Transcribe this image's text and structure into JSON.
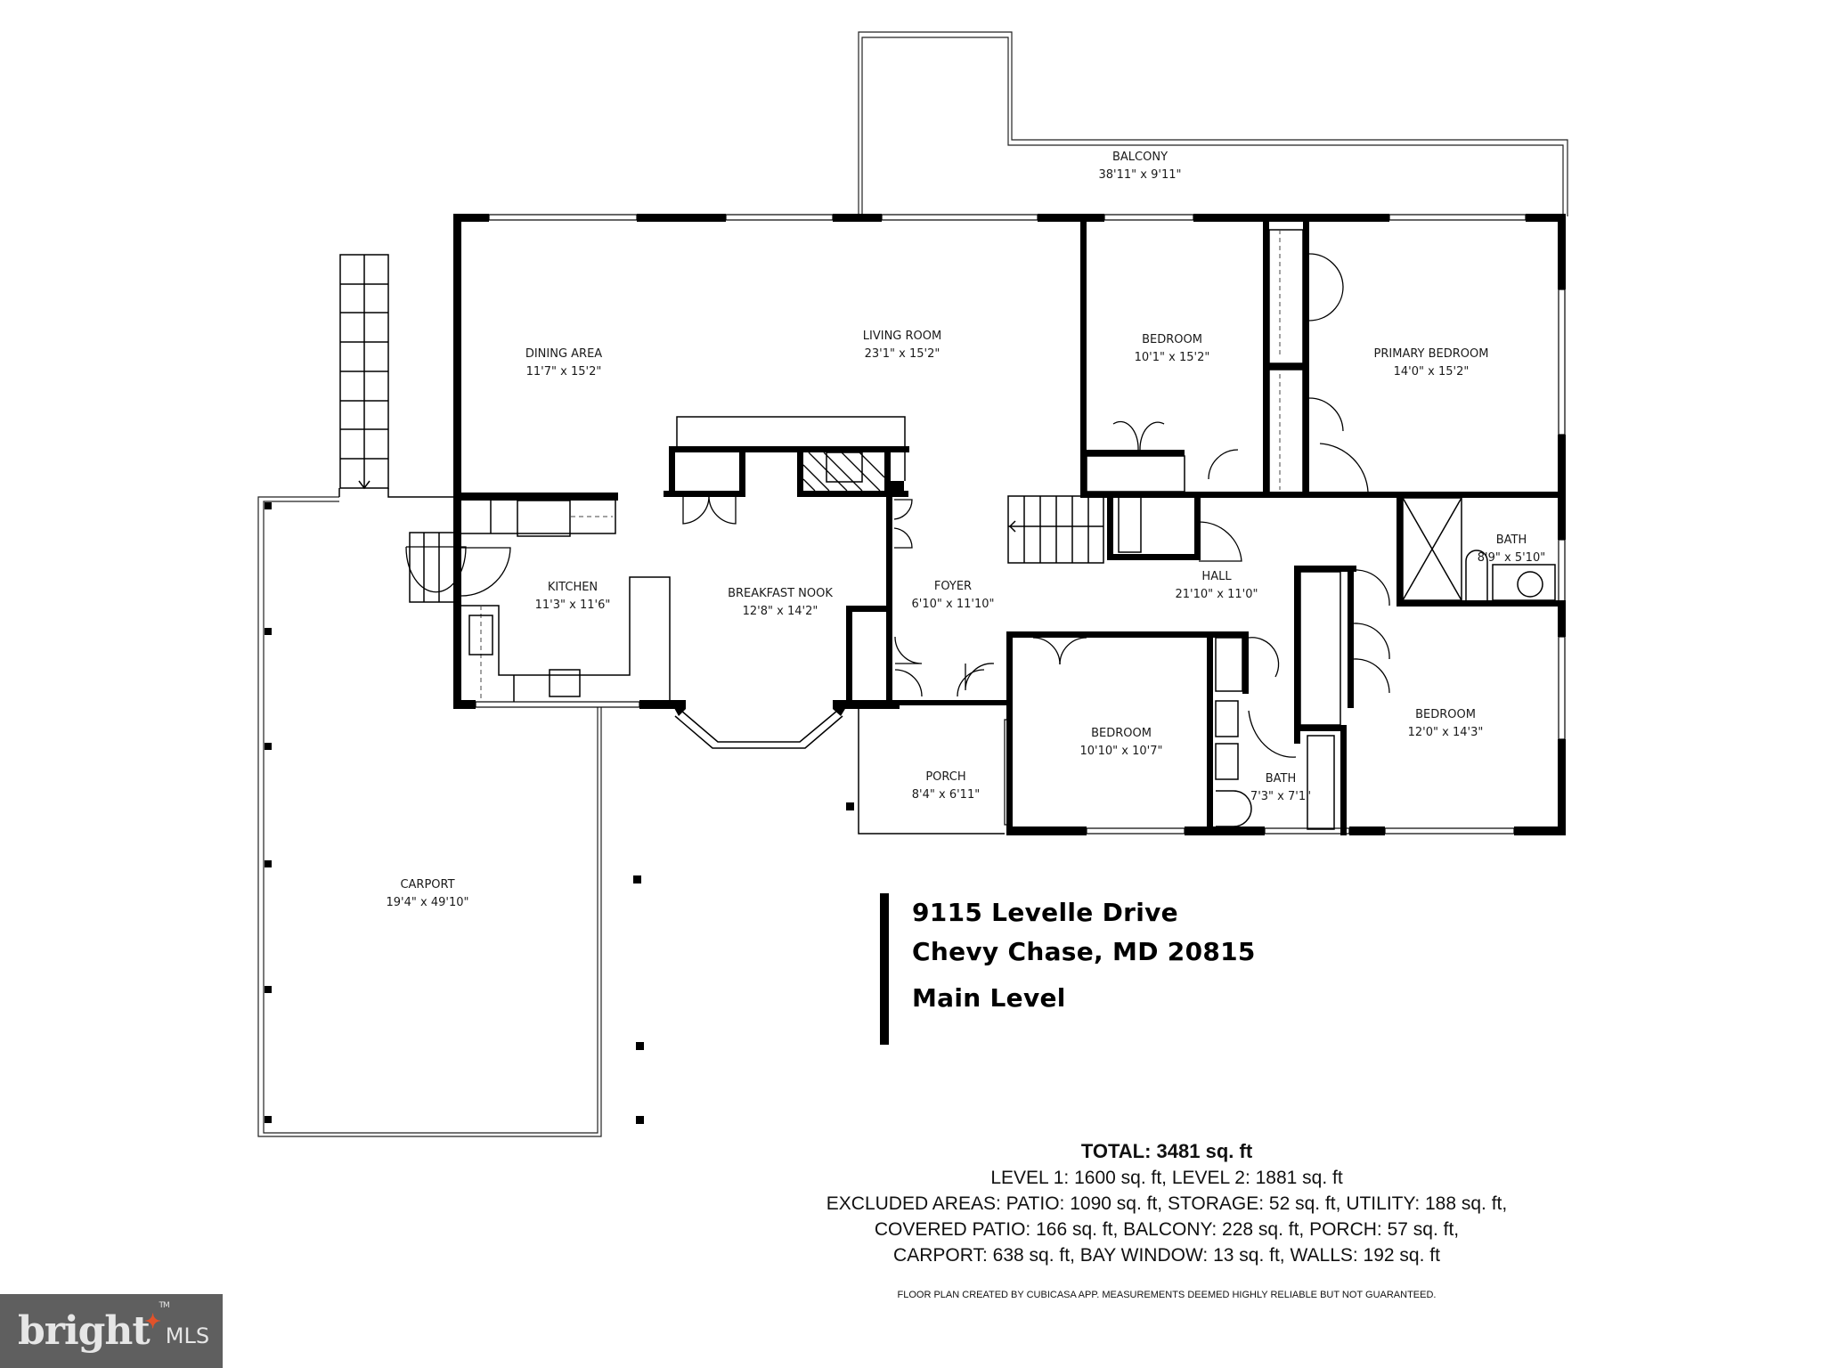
{
  "plan": {
    "rooms": [
      {
        "id": "balcony",
        "name": "BALCONY",
        "dims": "38'11\" x 9'11\""
      },
      {
        "id": "dining-area",
        "name": "DINING AREA",
        "dims": "11'7\" x 15'2\""
      },
      {
        "id": "living-room",
        "name": "LIVING ROOM",
        "dims": "23'1\" x 15'2\""
      },
      {
        "id": "bedroom-2",
        "name": "BEDROOM",
        "dims": "10'1\" x 15'2\""
      },
      {
        "id": "primary-bedroom",
        "name": "PRIMARY BEDROOM",
        "dims": "14'0\" x 15'2\""
      },
      {
        "id": "kitchen",
        "name": "KITCHEN",
        "dims": "11'3\" x 11'6\""
      },
      {
        "id": "breakfast-nook",
        "name": "BREAKFAST NOOK",
        "dims": "12'8\" x 14'2\""
      },
      {
        "id": "foyer",
        "name": "FOYER",
        "dims": "6'10\" x 11'10\""
      },
      {
        "id": "hall",
        "name": "HALL",
        "dims": "21'10\" x 11'0\""
      },
      {
        "id": "bath-primary",
        "name": "BATH",
        "dims": "8'9\" x 5'10\""
      },
      {
        "id": "bedroom-3",
        "name": "BEDROOM",
        "dims": "10'10\" x 10'7\""
      },
      {
        "id": "bath-hall",
        "name": "BATH",
        "dims": "7'3\" x 7'1\""
      },
      {
        "id": "bedroom-4",
        "name": "BEDROOM",
        "dims": "12'0\" x 14'3\""
      },
      {
        "id": "porch",
        "name": "PORCH",
        "dims": "8'4\" x 6'11\""
      },
      {
        "id": "carport",
        "name": "CARPORT",
        "dims": "19'4\" x 49'10\""
      }
    ]
  },
  "title_block": {
    "street": "9115 Levelle Drive",
    "city": "Chevy Chase, MD 20815",
    "level": "Main Level"
  },
  "totals": {
    "total": "TOTAL: 3481 sq. ft",
    "levels": "LEVEL 1: 1600 sq. ft, LEVEL 2: 1881 sq. ft",
    "excluded_1": "EXCLUDED AREAS: PATIO: 1090 sq. ft, STORAGE: 52 sq. ft, UTILITY: 188 sq. ft,",
    "excluded_2": "COVERED PATIO: 166 sq. ft, BALCONY: 228 sq. ft, PORCH: 57 sq. ft,",
    "excluded_3": "CARPORT: 638 sq. ft, BAY WINDOW: 13 sq. ft, WALLS: 192 sq. ft"
  },
  "disclaimer": "FLOOR PLAN CREATED BY CUBICASA APP. MEASUREMENTS DEEMED HIGHLY RELIABLE BUT NOT GUARANTEED.",
  "logo": {
    "word": "bright",
    "mark": "MLS",
    "tm": "TM",
    "star_color": "#e2522a",
    "bg_color": "#5f5f5f"
  }
}
